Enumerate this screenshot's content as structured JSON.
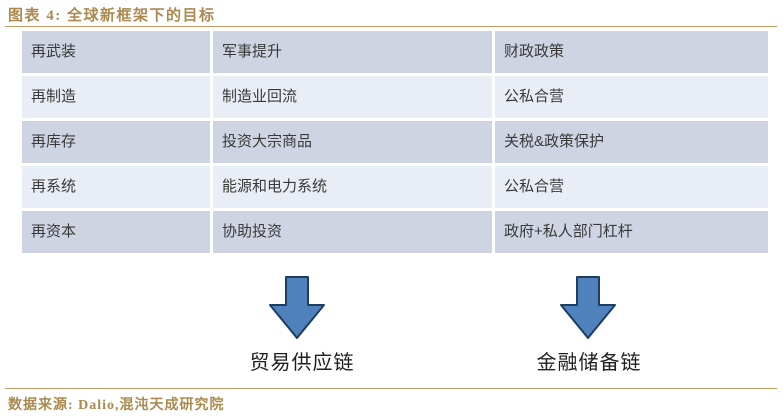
{
  "figure": {
    "title": "图表 4: 全球新框架下的目标",
    "source": "数据来源: Dalio,混沌天成研究院"
  },
  "table": {
    "rows": [
      [
        "再武装",
        "军事提升",
        "财政政策"
      ],
      [
        "再制造",
        "制造业回流",
        "公私合营"
      ],
      [
        "再库存",
        "投资大宗商品",
        "关税&政策保护"
      ],
      [
        "再系统",
        "能源和电力系统",
        "公私合营"
      ],
      [
        "再资本",
        "协助投资",
        "政府+私人部门杠杆"
      ]
    ]
  },
  "flows": [
    {
      "label": "贸易供应链",
      "icon": "down-arrow-icon"
    },
    {
      "label": "金融储备链",
      "icon": "down-arrow-icon"
    }
  ],
  "colors": {
    "accent_text": "#ab8a50",
    "rule_line": "#bf9d63",
    "row_dark": "#ced4e2",
    "row_light": "#e9edf5",
    "table_text": "#3a3a3a",
    "arrow_fill": "#4f81bd",
    "arrow_border": "#1f3c61"
  }
}
